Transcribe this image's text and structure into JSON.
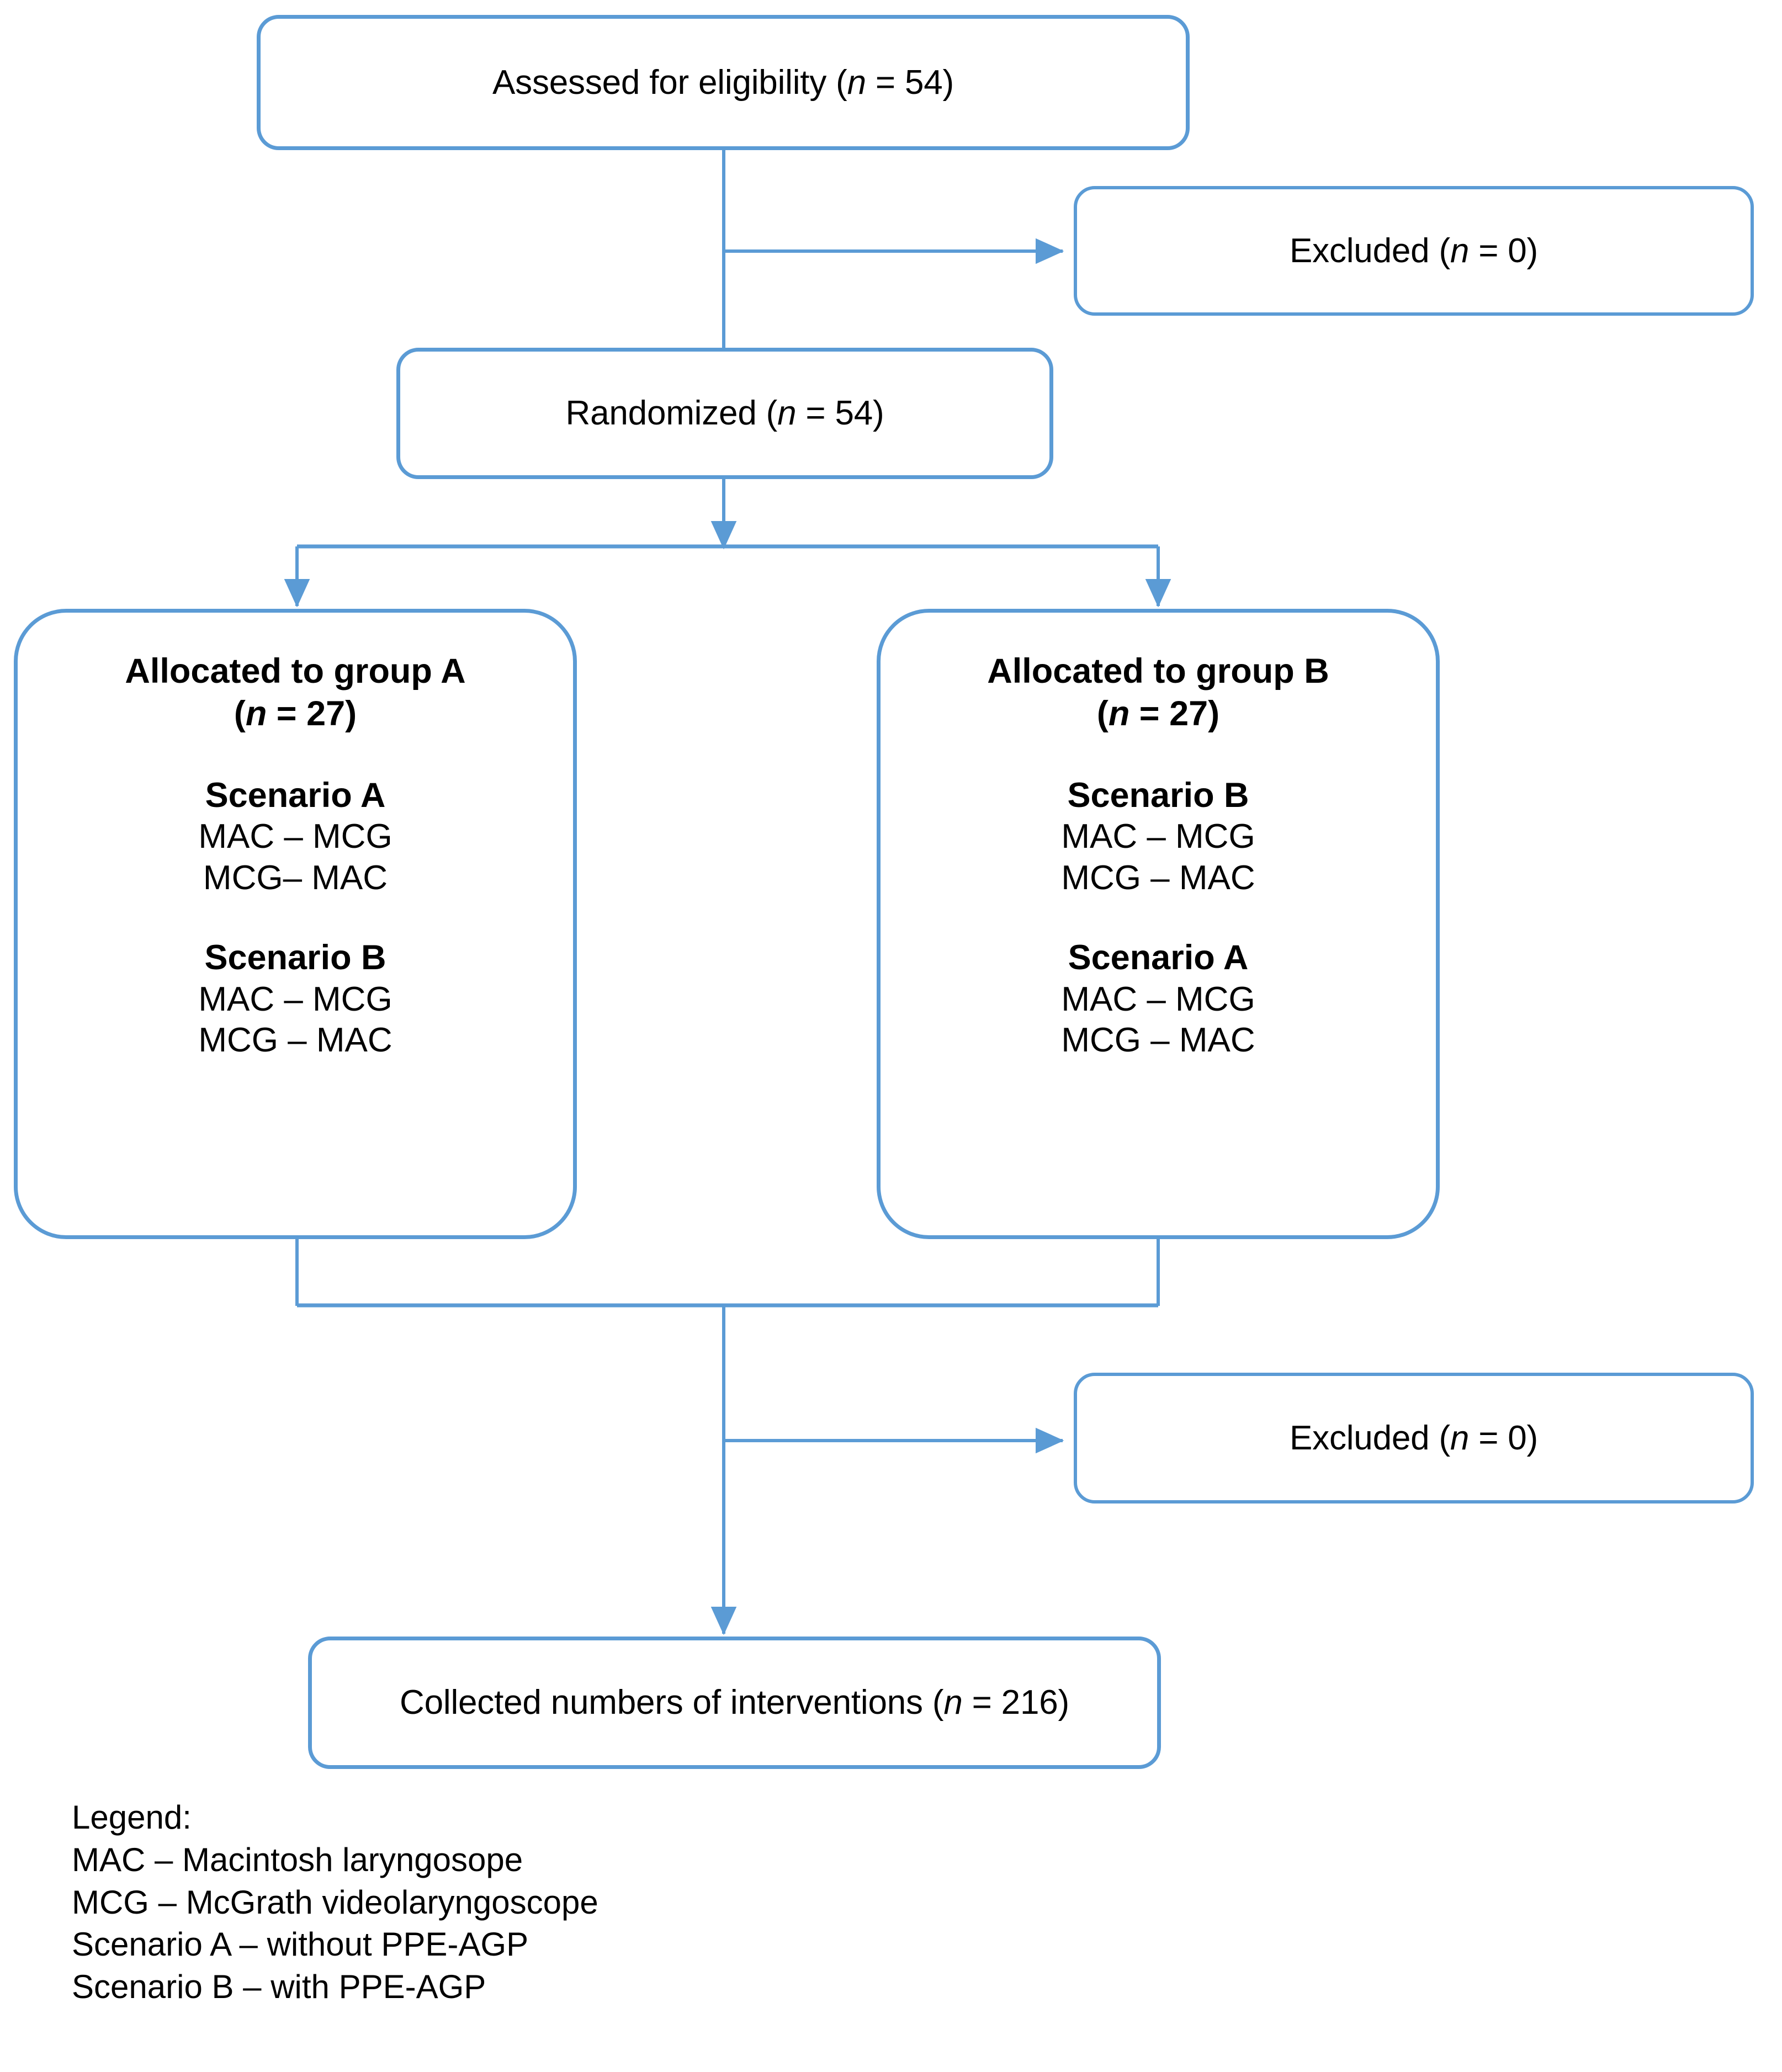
{
  "diagram": {
    "title": "CONSORT participant flow diagram",
    "accent_color": "#5B9BD5",
    "text_color": "#000000",
    "background": "#ffffff"
  },
  "nodes": {
    "assessed": {
      "label": "Assessed for eligibility (",
      "stat_symbol": "n",
      "stat_value": " = 54)"
    },
    "excluded_top": {
      "label": "Excluded (",
      "stat_symbol": "n",
      "stat_value": " = 0)"
    },
    "randomized": {
      "label": "Randomized (",
      "stat_symbol": "n",
      "stat_value": " = 54)"
    },
    "group_a": {
      "heading": "Allocated to group A",
      "count_open": "(",
      "count_symbol": "n",
      "count_close": " = 27)",
      "blocks": [
        {
          "title": "Scenario A",
          "lines": [
            "MAC – MCG",
            "MCG– MAC"
          ]
        },
        {
          "title": "Scenario B",
          "lines": [
            "MAC – MCG",
            "MCG – MAC"
          ]
        }
      ]
    },
    "group_b": {
      "heading": "Allocated to group B",
      "count_open": "(",
      "count_symbol": "n",
      "count_close": " = 27)",
      "blocks": [
        {
          "title": "Scenario B",
          "lines": [
            "MAC – MCG",
            "MCG – MAC"
          ]
        },
        {
          "title": "Scenario A",
          "lines": [
            "MAC – MCG",
            "MCG – MAC"
          ]
        }
      ]
    },
    "excluded_bottom": {
      "label": "Excluded (",
      "stat_symbol": "n",
      "stat_value": " = 0)"
    },
    "collected": {
      "label": "Collected numbers of interventions (",
      "stat_symbol": "n",
      "stat_value": " = 216)"
    }
  },
  "legend": {
    "heading": "Legend:",
    "entries": [
      "MAC – Macintosh laryngosope",
      "MCG – McGrath videolaryngoscope",
      "Scenario A – without PPE-AGP",
      "Scenario B – with PPE-AGP"
    ]
  }
}
